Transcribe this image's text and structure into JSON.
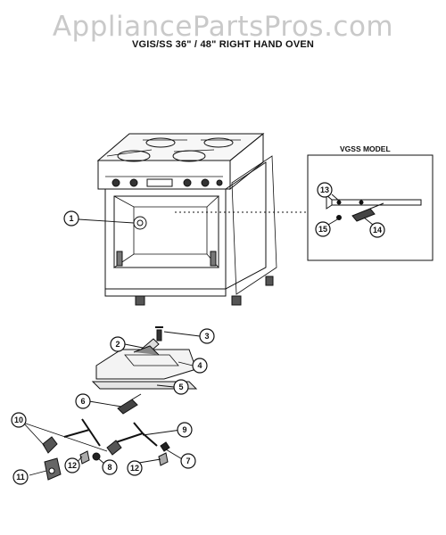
{
  "watermark": "AppliancePartsPros.com",
  "title": "VGIS/SS 36\" / 48\" RIGHT HAND OVEN",
  "inset": {
    "label": "VGSS MODEL"
  },
  "callouts": {
    "c1": "1",
    "c2": "2",
    "c3": "3",
    "c4": "4",
    "c5": "5",
    "c6": "6",
    "c7": "7",
    "c8": "8",
    "c9": "9",
    "c10": "10",
    "c11": "11",
    "c12a": "12",
    "c12b": "12",
    "c13": "13",
    "c14": "14",
    "c15": "15"
  }
}
